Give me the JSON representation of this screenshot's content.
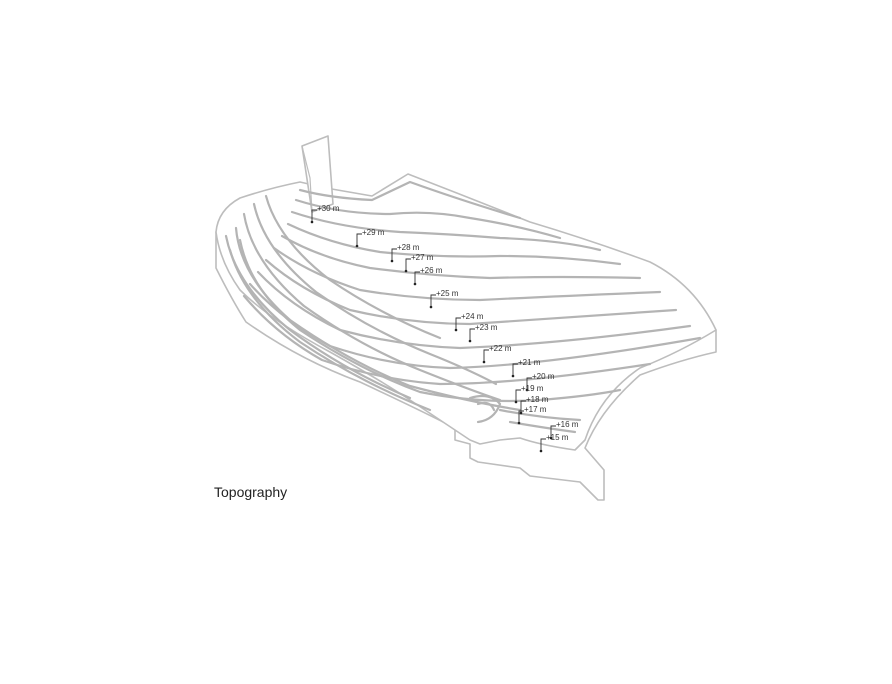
{
  "caption": "Topography",
  "colors": {
    "contour": "#b4b4b4",
    "edge": "#bdbdbd",
    "label": "#333333"
  },
  "elevations": [
    {
      "label": "+30 m"
    },
    {
      "label": "+29 m"
    },
    {
      "label": "+28 m"
    },
    {
      "label": "+27 m"
    },
    {
      "label": "+26 m"
    },
    {
      "label": "+25 m"
    },
    {
      "label": "+24 m"
    },
    {
      "label": "+23 m"
    },
    {
      "label": "+22 m"
    },
    {
      "label": "+21 m"
    },
    {
      "label": "+20 m"
    },
    {
      "label": "+19 m"
    },
    {
      "label": "+18 m"
    },
    {
      "label": "+17 m"
    },
    {
      "label": "+16 m"
    },
    {
      "label": "+15 m"
    }
  ]
}
